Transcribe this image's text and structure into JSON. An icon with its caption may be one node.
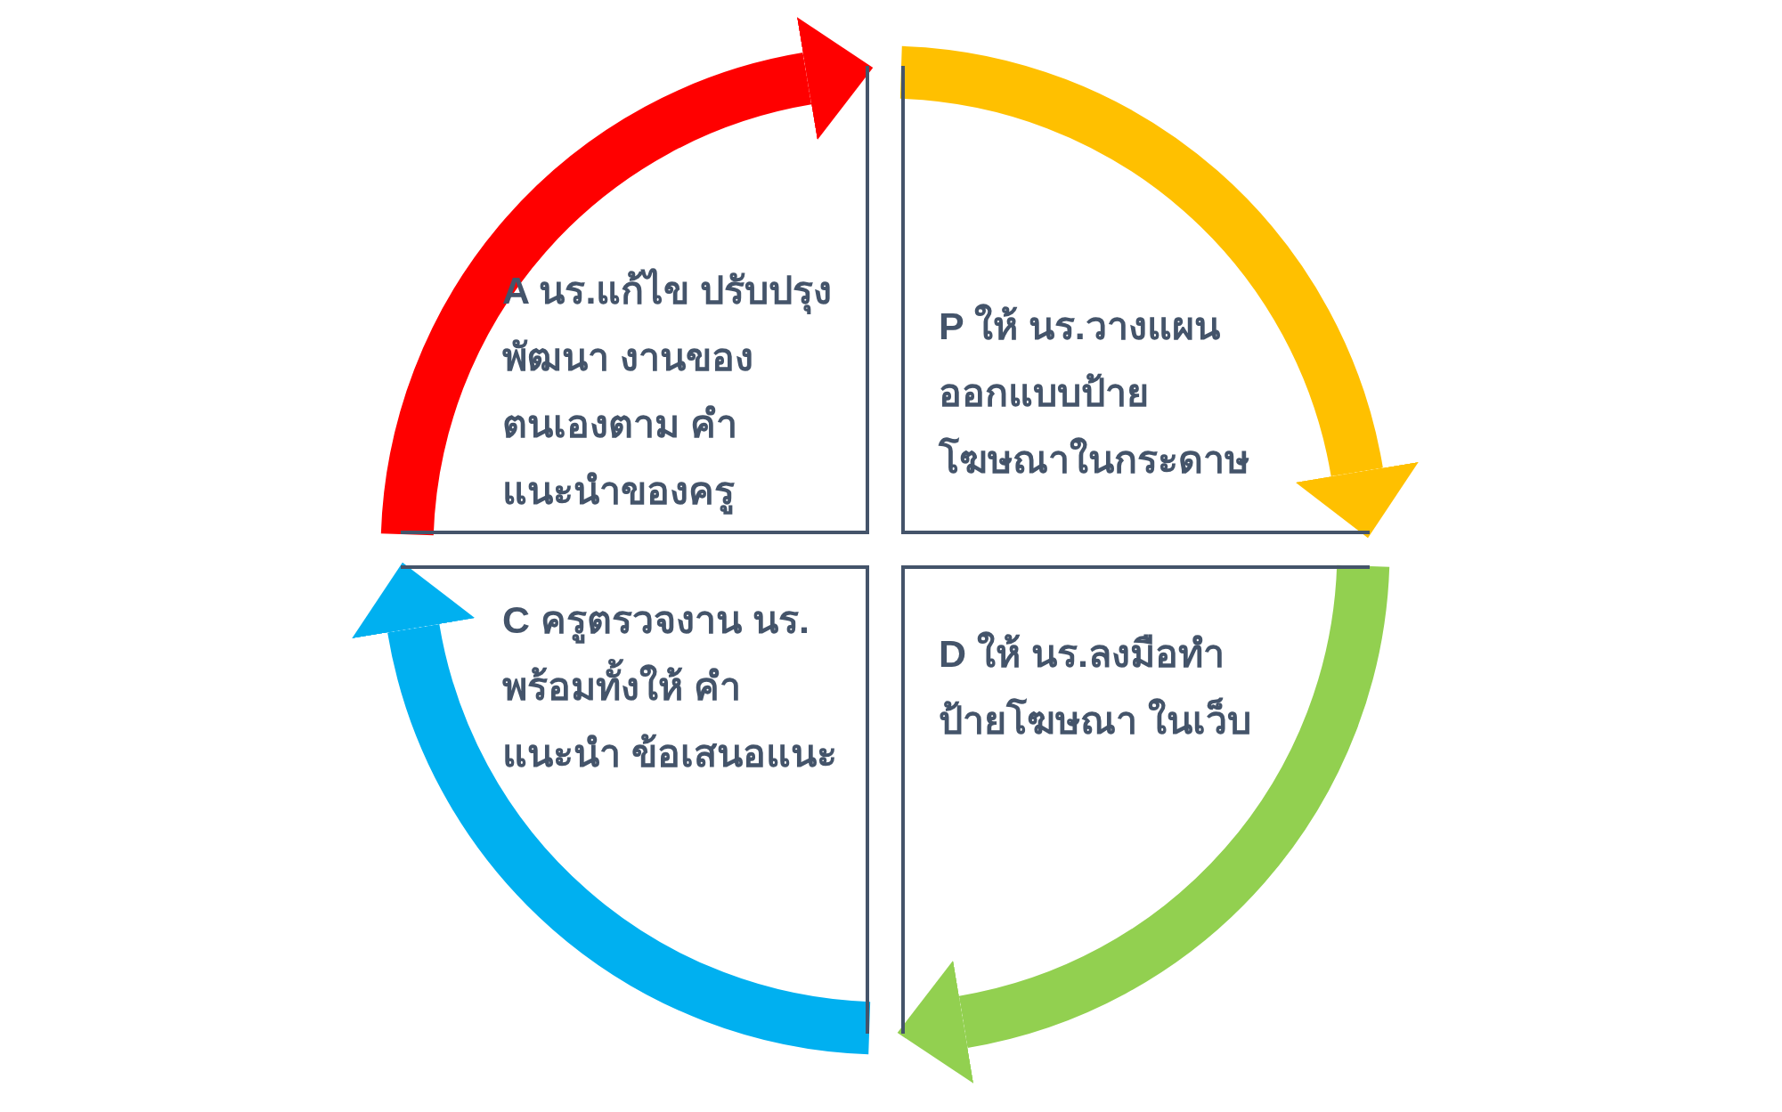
{
  "diagram": {
    "nodes": [
      {
        "text": [
          "A นร.แก้ไข ปรับปรุง พัฒนา งานของตนเองตาม คำแนะนำของครู"
        ]
      },
      {
        "text": [
          "P ให้ นร.วางแผน ออกแบบป้าย โฆษณาในกระดาษ"
        ]
      },
      {
        "text": [
          "C ครูตรวจงาน นร. พร้อมทั้งให้ คำแนะนำ ข้อเสนอแนะ"
        ]
      },
      {
        "text": [
          "D ให้ นร.ลงมือทำ ป้ายโฆษณา ในเว็บ"
        ]
      }
    ],
    "edges": [
      {
        "from": 0,
        "to": 1,
        "arrow": "to",
        "color": "#ff0000"
      },
      {
        "from": 1,
        "to": 3,
        "arrow": "to",
        "color": "#ffc000"
      },
      {
        "from": 3,
        "to": 2,
        "arrow": "to",
        "color": "#92d050"
      },
      {
        "from": 2,
        "to": 0,
        "arrow": "to",
        "color": "#00b0f0"
      }
    ]
  }
}
